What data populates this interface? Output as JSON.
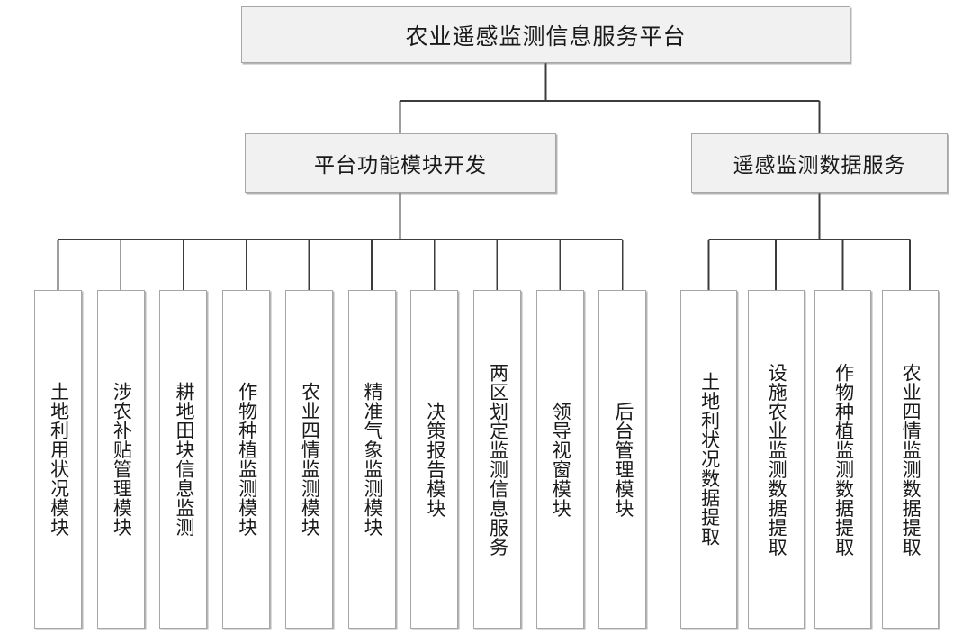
{
  "diagram": {
    "type": "hierarchy-tree",
    "orientation": "top-down",
    "root": {
      "label": "农业遥感监测信息服务平台"
    },
    "branches": [
      {
        "id": "platform-function-modules",
        "label": "平台功能模块开发",
        "children": [
          {
            "label": "土地利用状况模块"
          },
          {
            "label": "涉农补贴管理模块"
          },
          {
            "label": "耕地田块信息监测"
          },
          {
            "label": "作物种植监测模块"
          },
          {
            "label": "农业四情监测模块"
          },
          {
            "label": "精准气象监测模块"
          },
          {
            "label": "决策报告模块"
          },
          {
            "label": "两区划定监测信息服务"
          },
          {
            "label": "领导视窗模块"
          },
          {
            "label": "后台管理模块"
          }
        ]
      },
      {
        "id": "remote-sensing-data-service",
        "label": "遥感监测数据服务",
        "children": [
          {
            "label": "土地利状况数据提取"
          },
          {
            "label": "设施农业监测数据提取"
          },
          {
            "label": "作物种植监测数据提取"
          },
          {
            "label": "农业四情监测数据提取"
          }
        ]
      }
    ],
    "colors": {
      "box_fill_level1": "#f1f1f1",
      "box_fill_level2": "#f1f1f1",
      "box_fill_leaf": "#ffffff",
      "border": "#a6a6a6",
      "connector": "#3c3c3c",
      "text": "#1a1a1a",
      "background": "#ffffff"
    }
  }
}
